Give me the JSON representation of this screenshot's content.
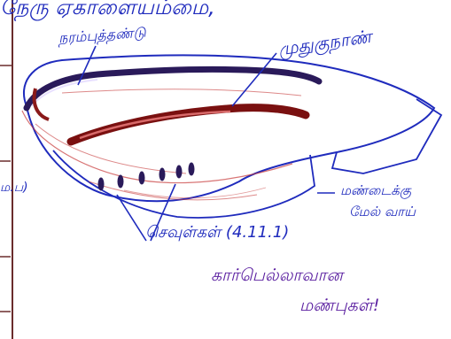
{
  "heading": "நேரு ஏகாளையம்மை,",
  "labels": {
    "top_left": "நரம்புத்தண்டு",
    "top_right": "முதுகுநாண்",
    "mid_right_line1": "மண்டைக்கு",
    "mid_right_line2": "மேல் வாய்",
    "gill_slits": "செவுள்கள் (4.11.1)",
    "bottom_line1": "கார்பெல்லாவான",
    "bottom_line2": "மண்புகள்!",
    "margin_left": "ம.ப)"
  },
  "colors": {
    "ink_blue": "#1f2bbd",
    "ink_purple": "#5a1fa0",
    "ink_red": "#b01818",
    "ink_dark": "#2a1a5a"
  }
}
